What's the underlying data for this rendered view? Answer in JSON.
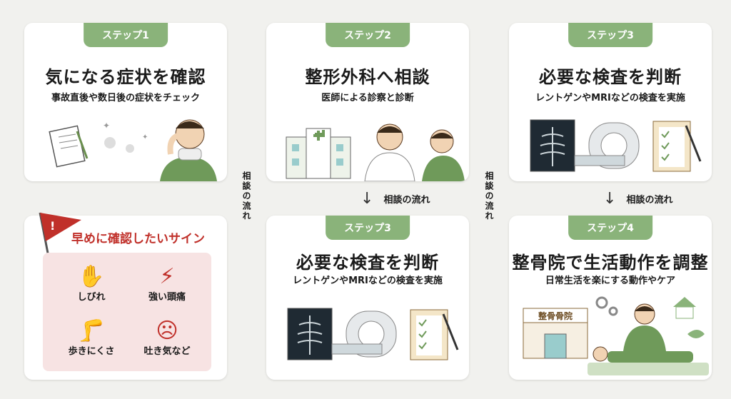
{
  "steps": [
    {
      "badge": "ステップ1",
      "title": "気になる症状を確認",
      "subtitle": "事故直後や数日後の症状をチェック"
    },
    {
      "badge": "ステップ2",
      "title": "整形外科へ相談",
      "subtitle": "医師による診察と診断"
    },
    {
      "badge": "ステップ3",
      "title": "必要な検査を判断",
      "subtitle": "レントゲンやMRIなどの検査を実施"
    },
    {
      "badge": "ステップ3",
      "title": "必要な検査を判断",
      "subtitle": "レントゲンやMRIなどの検査を実施"
    },
    {
      "badge": "ステップ4",
      "title": "整骨院で生活動作を調整",
      "subtitle": "日常生活を楽にする動作やケア"
    }
  ],
  "flow_label": "相談の流れ",
  "vertical_label": "相談の流れ",
  "warning": {
    "flag_mark": "!",
    "title": "早めに確認したいサイン",
    "items": [
      "しびれ",
      "強い頭痛",
      "歩きにくさ",
      "吐き気など"
    ]
  },
  "clinic_sign": "整骨骨院"
}
